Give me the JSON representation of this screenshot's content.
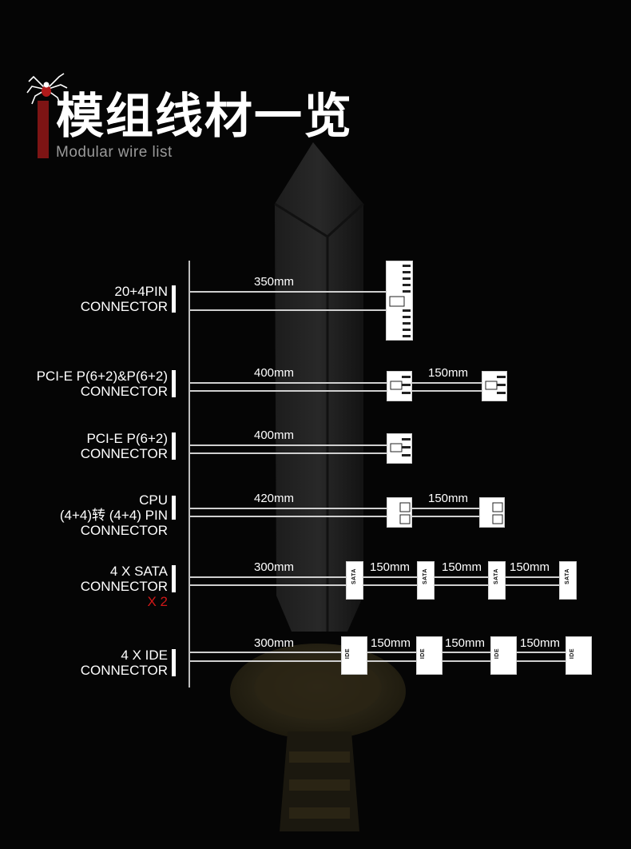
{
  "header": {
    "title_cn": "模组线材一览",
    "title_en": "Modular wire list",
    "spider_icon": "spider-icon",
    "accent": "#7d1414"
  },
  "rows": [
    {
      "label_lines": [
        "20+4PIN",
        "CONNECTOR"
      ],
      "lengths": [
        "350mm"
      ]
    },
    {
      "label_lines": [
        "PCI-E P(6+2)&P(6+2)",
        "CONNECTOR"
      ],
      "lengths": [
        "400mm",
        "150mm"
      ]
    },
    {
      "label_lines": [
        "PCI-E P(6+2)",
        "CONNECTOR"
      ],
      "lengths": [
        "400mm"
      ]
    },
    {
      "label_lines": [
        "CPU",
        "(4+4)转 (4+4) PIN",
        "CONNECTOR"
      ],
      "lengths": [
        "420mm",
        "150mm"
      ]
    },
    {
      "label_lines": [
        "4 X SATA",
        "CONNECTOR"
      ],
      "extra": "X 2",
      "lengths": [
        "300mm",
        "150mm",
        "150mm",
        "150mm"
      ],
      "connector_text": "SATA"
    },
    {
      "label_lines": [
        "4 X IDE",
        "CONNECTOR"
      ],
      "lengths": [
        "300mm",
        "150mm",
        "150mm",
        "150mm"
      ],
      "connector_text": "IDE"
    }
  ],
  "colors": {
    "extra_red": "#d01818",
    "wire": "#cfcfcf",
    "connector": "#ffffff"
  }
}
